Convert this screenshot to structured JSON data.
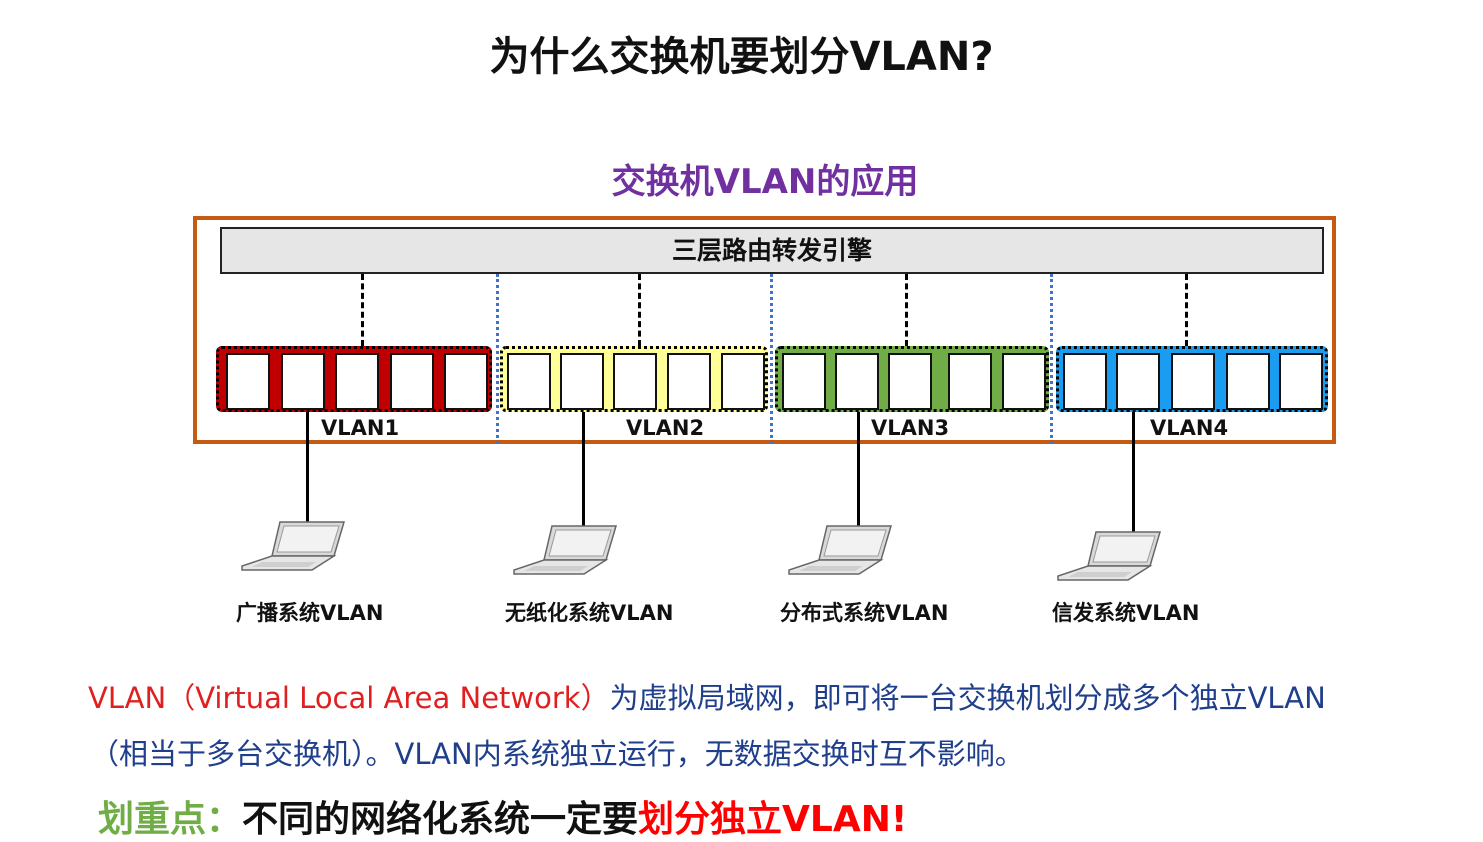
{
  "title": "为什么交换机要划分VLAN?",
  "diagram": {
    "title": "交换机VLAN的应用",
    "engine_label": "三层路由转发引擎",
    "vlans": [
      {
        "label": "VLAN1",
        "system": "广播系统VLAN",
        "color": "#c00000"
      },
      {
        "label": "VLAN2",
        "system": "无纸化系统VLAN",
        "color": "#ffff99"
      },
      {
        "label": "VLAN3",
        "system": "分布式系统VLAN",
        "color": "#70ad47"
      },
      {
        "label": "VLAN4",
        "system": "信发系统VLAN",
        "color": "#1a9cf0"
      }
    ],
    "frame_color": "#c55a11",
    "separator_color": "#4472c4"
  },
  "description": {
    "term": "VLAN（Virtual Local Area Network）",
    "line1_rest": "为虚拟局域网，即可将一台交换机划分成多个独立VLAN",
    "line2": "（相当于多台交换机）。VLAN内系统独立运行，无数据交换时互不影响。"
  },
  "emphasis": {
    "prefix": "划重点：",
    "middle": "不同的网络化系统一定要",
    "highlight": "划分独立VLAN!"
  }
}
